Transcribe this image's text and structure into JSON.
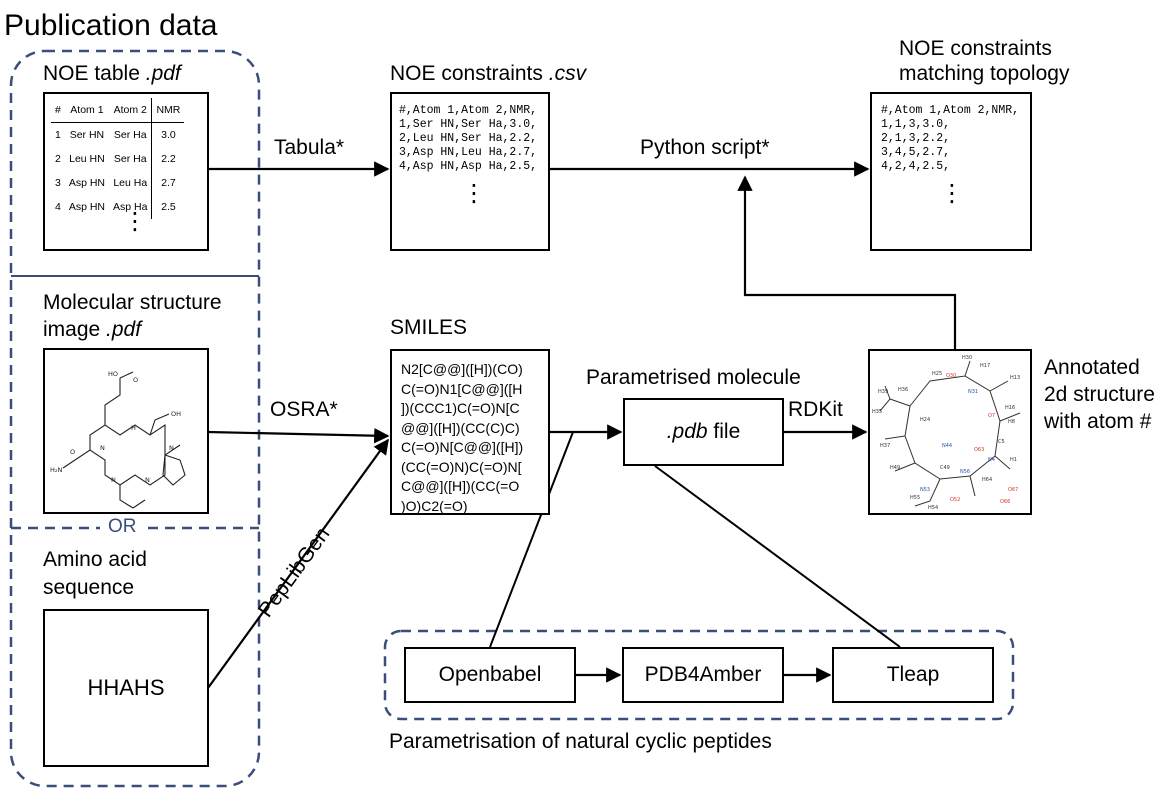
{
  "header": {
    "title": "Publication data"
  },
  "labels": {
    "noe_table": "NOE table",
    "noe_table_ext": ".pdf",
    "noe_constraints": "NOE constraints",
    "noe_constraints_ext": ".csv",
    "matching_line1": "NOE constraints",
    "matching_line2": "matching topology",
    "mol_image_line1": "Molecular structure",
    "mol_image_line2": "image",
    "mol_image_ext": ".pdf",
    "smiles": "SMILES",
    "param_molecule": "Parametrised molecule",
    "pdb_ext": ".pdb",
    "pdb_file": " file",
    "annotated_line1": "Annotated",
    "annotated_line2": "2d structure",
    "annotated_line3": "with atom #",
    "or": "OR",
    "amino_line1": "Amino acid",
    "amino_line2": "sequence",
    "sequence": "HHAHS",
    "param_caption": "Parametrisation of natural cyclic peptides"
  },
  "edges": {
    "tabula": "Tabula*",
    "python": "Python script*",
    "osra": "OSRA*",
    "peplibgen": "PepLibGen",
    "rdkit": "RDKit"
  },
  "tools": {
    "openbabel": "Openbabel",
    "pdb4amber": "PDB4Amber",
    "tleap": "Tleap"
  },
  "noe_table": {
    "headers": [
      "#",
      "Atom 1",
      "Atom 2",
      "NMR"
    ],
    "rows": [
      [
        "1",
        "Ser HN",
        "Ser Ha",
        "3.0"
      ],
      [
        "2",
        "Leu HN",
        "Ser Ha",
        "2.2"
      ],
      [
        "3",
        "Asp HN",
        "Leu Ha",
        "2.7"
      ],
      [
        "4",
        "Asp HN",
        "Asp Ha",
        "2.5"
      ]
    ]
  },
  "csv_text": {
    "constraints": [
      "#,Atom 1,Atom 2,NMR,",
      "1,Ser HN,Ser Ha,3.0,",
      "2,Leu HN,Ser Ha,2.2,",
      "3,Asp HN,Leu Ha,2.7,",
      "4,Asp HN,Asp Ha,2.5,"
    ],
    "matching": [
      "#,Atom 1,Atom 2,NMR,",
      "1,1,3,3.0,",
      "2,1,3,2.2,",
      "3,4,5,2.7,",
      "4,2,4,2.5,"
    ]
  },
  "smiles_lines": [
    "N2[C@@]([H])(CO)",
    "C(=O)N1[C@@]([H",
    "])(CCC1)C(=O)N[C",
    "@@]([H])(CC(C)C)",
    "C(=O)N[C@@]([H])",
    "(CC(=O)N)C(=O)N[",
    "C@@]([H])(CC(=O",
    ")O)C2(=O)"
  ],
  "ellipsis": "⋮",
  "colors": {
    "dashed_border": "#3b4d7a",
    "annot_red": "#d23a2a",
    "annot_blue": "#2f4fb5"
  }
}
